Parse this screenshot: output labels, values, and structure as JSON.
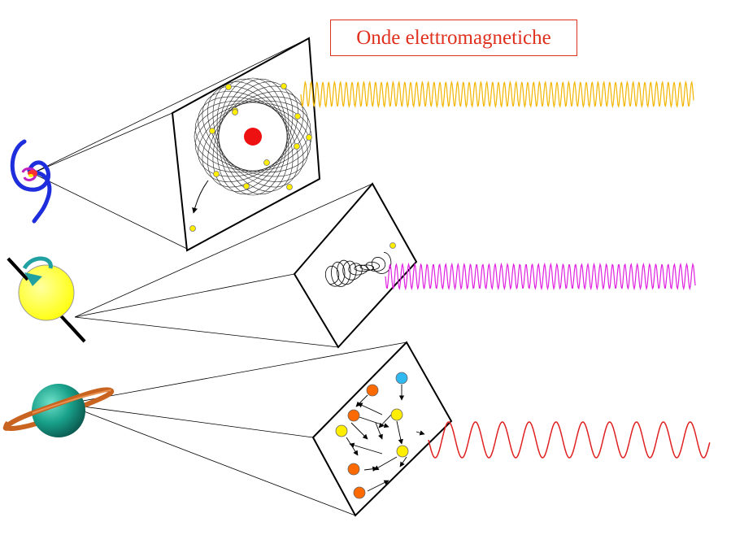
{
  "title": "Onde elettromagnetiche",
  "colors": {
    "title": "#e0301e",
    "wave_top": "#f2b600",
    "wave_middle": "#e020e0",
    "wave_bottom": "#e02020",
    "nucleus": "#ee1111",
    "electron": "#ffee00",
    "galaxy_arm": "#1e2edc",
    "galaxy_core": "#ff3030",
    "sun": "#ffff00",
    "sun_arrow": "#20a0a0",
    "planet": "#18a08a",
    "planet_ring": "#c86420",
    "particle_orange": "#ff6a00",
    "particle_yellow": "#ffee00",
    "particle_blue": "#30b8f0"
  },
  "scenes": [
    {
      "source": "galaxy-icon",
      "panel": "atom-orbit-panel",
      "wave": "yellow",
      "wave_color_key": "wave_top"
    },
    {
      "source": "sun-icon",
      "panel": "molecule-vibration-panel",
      "wave": "magenta",
      "wave_color_key": "wave_middle"
    },
    {
      "source": "planet-icon",
      "panel": "thermal-particles-panel",
      "wave": "red",
      "wave_color_key": "wave_bottom"
    }
  ]
}
